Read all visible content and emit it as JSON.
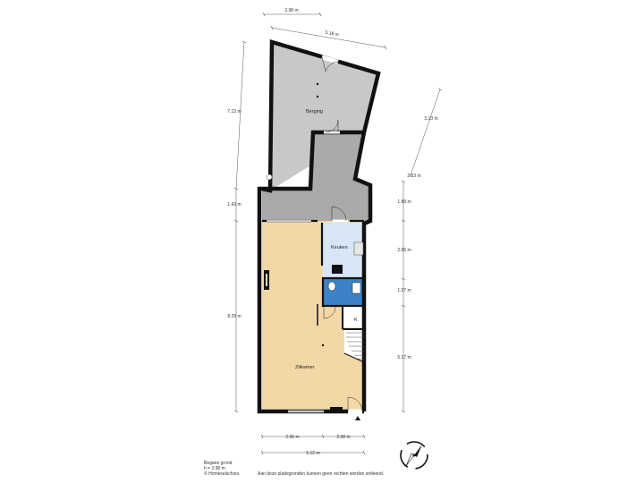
{
  "colors": {
    "storage_floor": "#c8c8ca",
    "corridor_floor": "#aaaaab",
    "living_floor": "#f3d8a7",
    "kitchen_floor": "#d7e6f4",
    "bathroom_floor": "#3b82c7",
    "wall": "#111111",
    "dimension": "#555555"
  },
  "rooms": {
    "storage": "Berging",
    "kitchen": "Keuken",
    "living": "Zitkamer",
    "closet": "K"
  },
  "dimensions": {
    "top_short": "2.98 m",
    "top_long": "5.18 m",
    "left_top": "7.13 m",
    "left_mid": "1.43 m",
    "left_bottom": "8.29 m",
    "right_diag": "3.13 m",
    "right_diag_lower": "2.23 m",
    "right_1": "1.89 m",
    "right_2": "2.65 m",
    "right_3": "1.27 m",
    "right_4": "5.17 m",
    "bottom_left": "2.96 m",
    "bottom_right": "2.08 m",
    "bottom_total": "5.12 m"
  },
  "footer": {
    "floor_name": "Begane grond",
    "ceiling_height": "h = 2.98 m",
    "copyright": "© Homeselschors",
    "disclaimer": "Aan deze plattegronden kunnen geen rechten worden ontleend."
  },
  "compass": "compass-rose-icon"
}
